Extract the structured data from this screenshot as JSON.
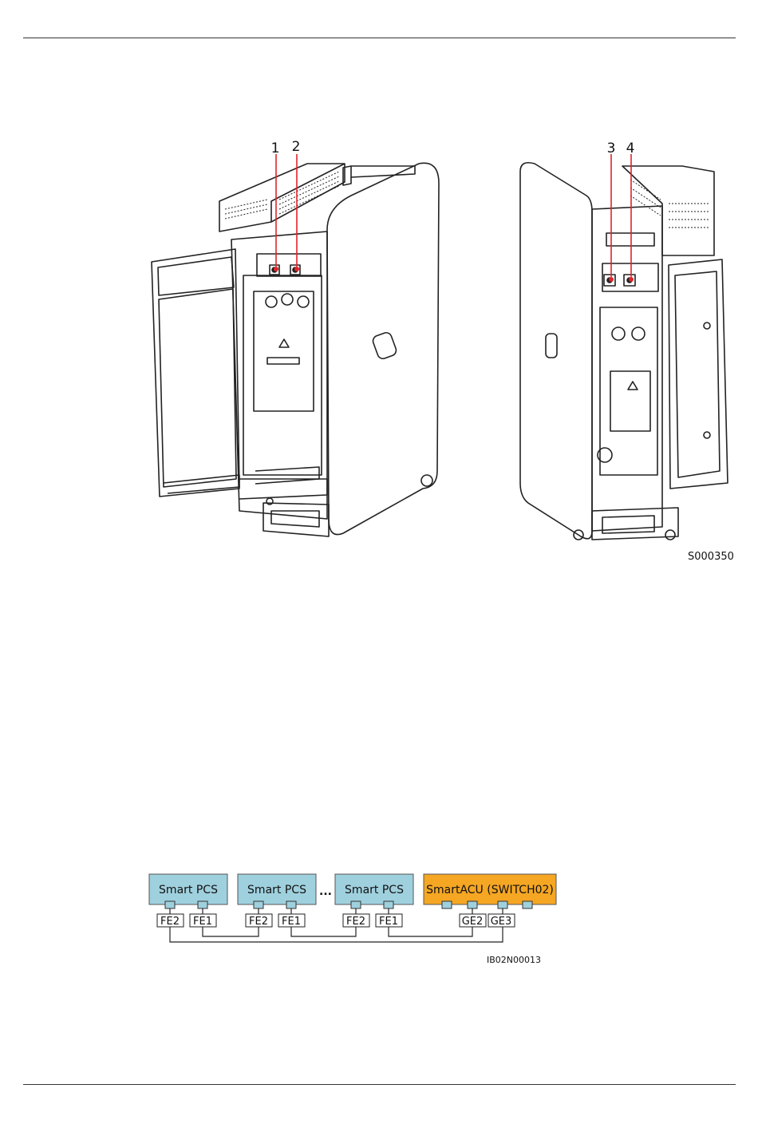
{
  "figure1": {
    "callouts": [
      "1",
      "2",
      "3",
      "4"
    ],
    "code": "S000350"
  },
  "figure2": {
    "pcs_label": "Smart PCS",
    "ellipsis": "...",
    "acu_label": "SmartACU (SWITCH02)",
    "ports": [
      "FE2",
      "FE1",
      "FE2",
      "FE1",
      "FE2",
      "FE1",
      "GE2",
      "GE3"
    ],
    "code": "IB02N00013",
    "colors": {
      "pcs_fill": "#9fd0de",
      "acu_fill": "#f5a623",
      "port_fill": "#9fd0de"
    }
  }
}
